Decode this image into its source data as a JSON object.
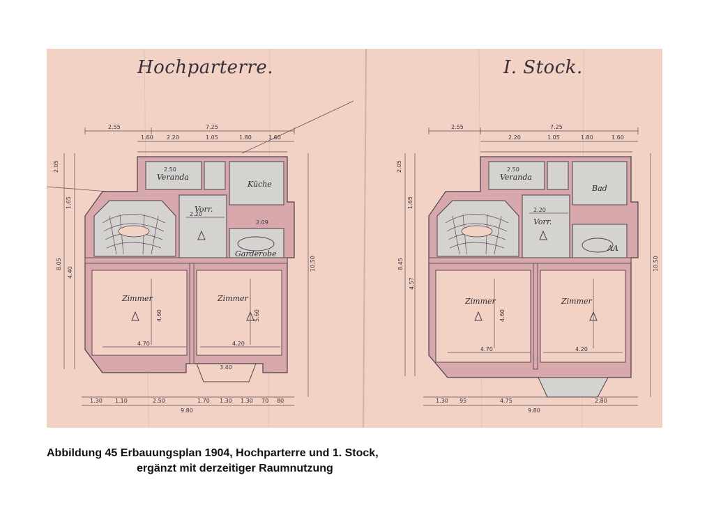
{
  "document": {
    "plans": [
      {
        "id": "hochparterre",
        "title": "Hochparterre.",
        "rooms": {
          "veranda": "Veranda",
          "kueche": "Küche",
          "vorr": "Vorr.",
          "garderobe": "Garderobe",
          "zimmer_left": "Zimmer",
          "zimmer_right": "Zimmer"
        },
        "dims_top": [
          "2.55",
          "7.25",
          "1.60",
          "2.20",
          "1.05",
          "1.80",
          "1.60",
          "2.50"
        ],
        "dims_bottom": [
          "1.30",
          "1.10",
          "2.50",
          "1.70",
          "1.30",
          "1.30",
          "70",
          "80",
          "9.80"
        ],
        "dims_side": [
          "2.05",
          "1.65",
          "8.05",
          "4.40",
          "10.50"
        ],
        "dims_inner": [
          "2.20",
          "4.70",
          "4.20",
          "4.60",
          "5.60",
          "3.40",
          "2.09"
        ]
      },
      {
        "id": "erster-stock",
        "title": "I. Stock.",
        "rooms": {
          "veranda": "Veranda",
          "bad": "Bad",
          "vorr": "Vorr.",
          "wc": "AA",
          "zimmer_left": "Zimmer",
          "zimmer_right": "Zimmer"
        },
        "dims_top": [
          "2.55",
          "7.25",
          "2.20",
          "1.05",
          "1.80",
          "1.60",
          "2.50"
        ],
        "dims_bottom": [
          "1.30",
          "95",
          "4.75",
          "2.80",
          "9.80"
        ],
        "dims_side": [
          "2.05",
          "1.65",
          "8.45",
          "4.57",
          "10.50"
        ],
        "dims_inner": [
          "2.20",
          "4.70",
          "4.20",
          "4.60"
        ]
      }
    ],
    "caption_line1": "Abbildung 45 Erbauungsplan 1904, Hochparterre und 1. Stock,",
    "caption_line2": "ergänzt mit derzeitiger Raumnutzung",
    "colors": {
      "paper": "#f1d2c4",
      "wall_fill": "#d9a8ad",
      "floor_fill": "#d4d3cf",
      "ink": "#4d3f4a"
    }
  }
}
